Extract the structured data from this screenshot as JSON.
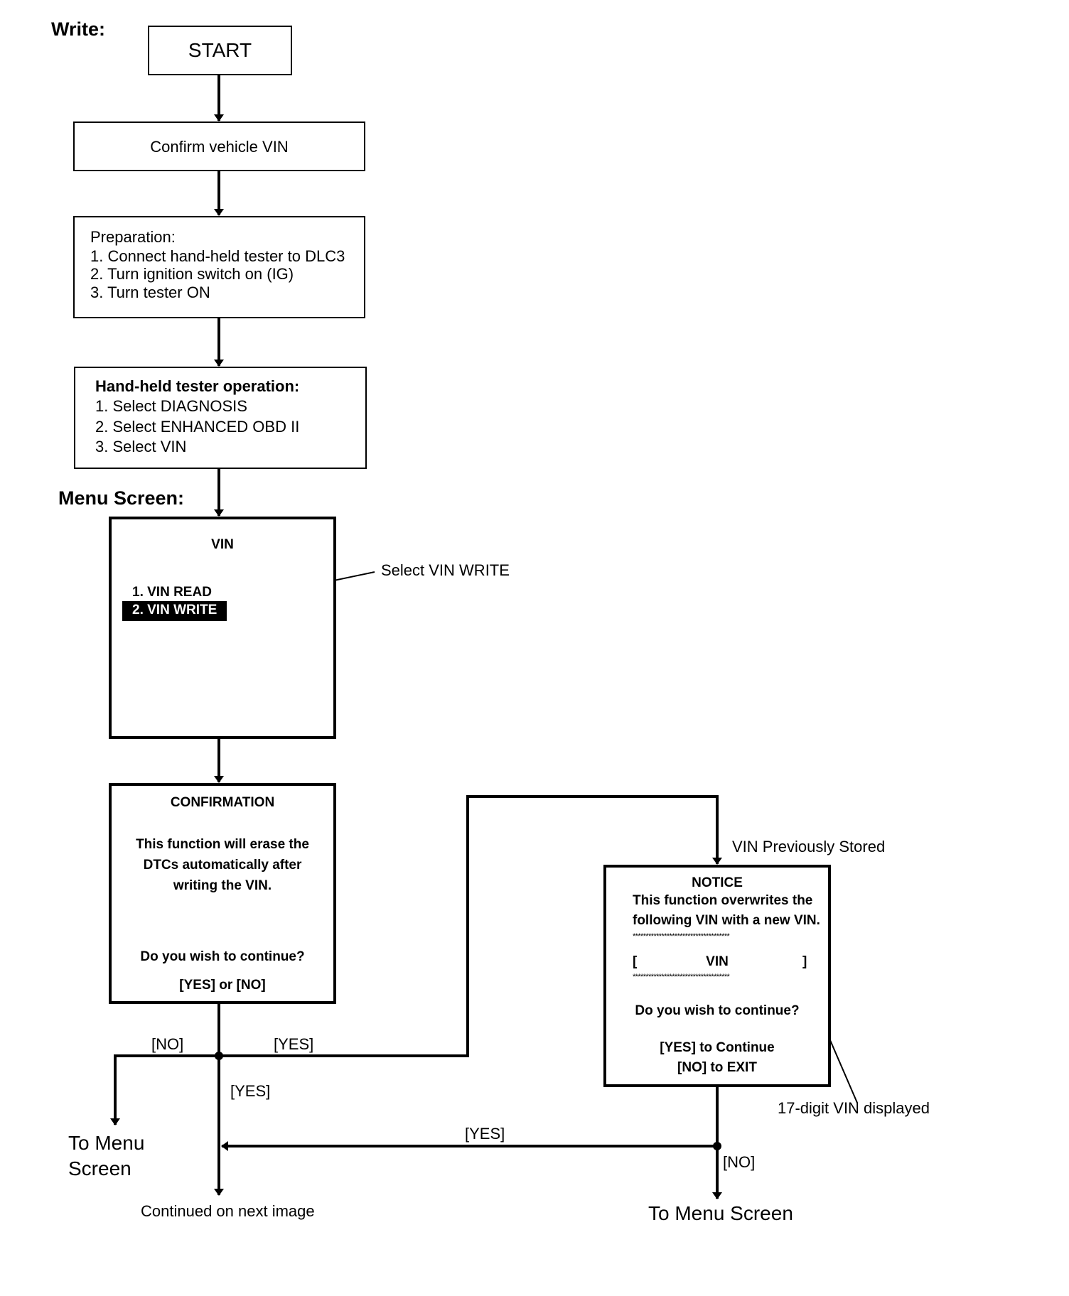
{
  "labels": {
    "write": "Write:",
    "menu_screen": "Menu Screen:"
  },
  "steps": {
    "start": "START",
    "confirm": "Confirm vehicle VIN",
    "preparation": {
      "title": "Preparation:",
      "items": [
        "1. Connect hand-held tester to DLC3",
        "2. Turn ignition switch on (IG)",
        "3. Turn tester ON"
      ]
    },
    "operation": {
      "title": "Hand-held tester operation:",
      "items": [
        "1. Select DIAGNOSIS",
        "2. Select ENHANCED OBD II",
        "3. Select VIN"
      ]
    }
  },
  "menu": {
    "title": "VIN",
    "item_read": "1. VIN READ",
    "item_write": "2. VIN WRITE",
    "callout": "Select VIN WRITE"
  },
  "confirmation": {
    "title": "CONFIRMATION",
    "lines": [
      "This function will erase the",
      "DTCs automatically after",
      "writing the VIN."
    ],
    "question": "Do you wish to continue?",
    "options": "[YES] or [NO]"
  },
  "notice": {
    "title": "NOTICE",
    "lines": [
      "This function overwrites the",
      "following VIN with a new VIN."
    ],
    "stars": "*************************************",
    "vin_open": "[",
    "vin_label": "VIN",
    "vin_close": "]",
    "question": "Do you wish to continue?",
    "opt_yes": "[YES] to Continue",
    "opt_no": "[NO] to EXIT",
    "callout": "17-digit VIN displayed",
    "entry_label": "VIN Previously Stored"
  },
  "branches": {
    "no": "[NO]",
    "yes_right": "[YES]",
    "yes_down": "[YES]",
    "yes_back": "[YES]",
    "no_notice": "[NO]"
  },
  "ends": {
    "menu_left_1": "To Menu",
    "menu_left_2": "Screen",
    "continued": "Continued on next image",
    "menu_right": "To Menu Screen"
  }
}
